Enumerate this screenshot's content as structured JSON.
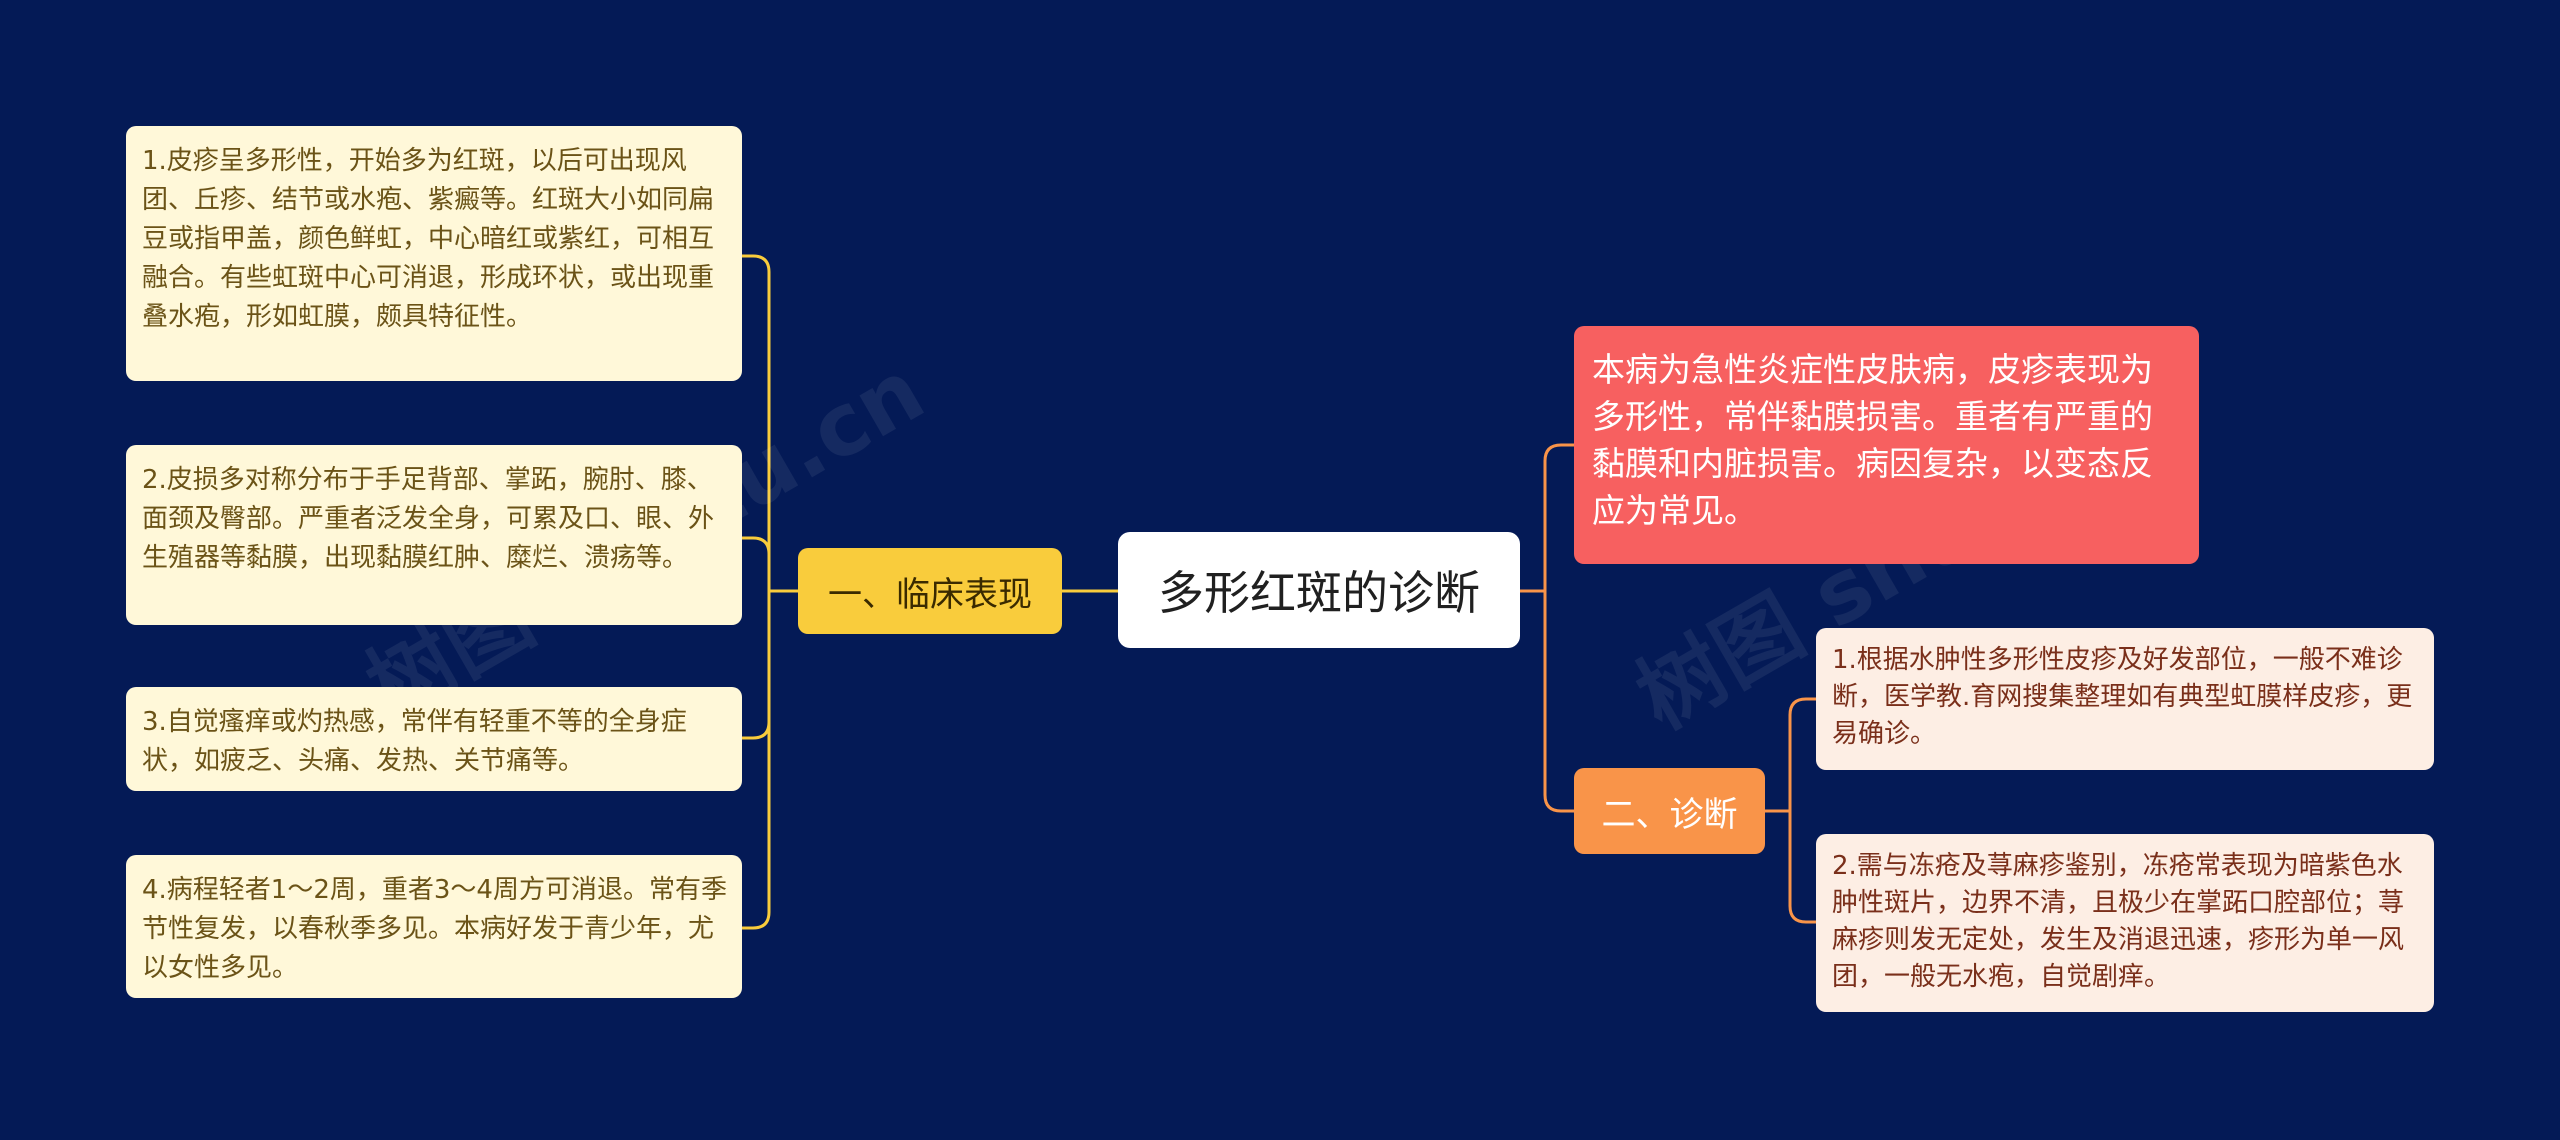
{
  "root": {
    "title": "多形红斑的诊断"
  },
  "left_branch": {
    "label": "一、临床表现",
    "items": [
      "1.皮疹呈多形性，开始多为红斑，以后可出现风团、丘疹、结节或水疱、紫癜等。红斑大小如同扁豆或指甲盖，颜色鲜虹，中心暗红或紫红，可相互融合。有些虹斑中心可消退，形成环状，或出现重叠水疱，形如虹膜，颇具特征性。",
      "2.皮损多对称分布于手足背部、掌跖，腕肘、膝、面颈及臀部。严重者泛发全身，可累及口、眼、外生殖器等黏膜，出现黏膜红肿、糜烂、溃疡等。",
      "3.自觉瘙痒或灼热感，常伴有轻重不等的全身症状，如疲乏、头痛、发热、关节痛等。",
      "4.病程轻者1～2周，重者3～4周方可消退。常有季节性复发，以春秋季多见。本病好发于青少年，尤以女性多见。"
    ]
  },
  "summary": {
    "text": "本病为急性炎症性皮肤病，皮疹表现为多形性，常伴黏膜损害。重者有严重的黏膜和内脏损害。病因复杂，以变态反应为常见。"
  },
  "right_branch": {
    "label": "二、诊断",
    "items": [
      "1.根据水肿性多形性皮疹及好发部位，一般不难诊断，医学教.育网搜集整理如有典型虹膜样皮疹，更易确诊。",
      "2.需与冻疮及荨麻疹鉴别，冻疮常表现为暗紫色水肿性斑片，边界不清，且极少在掌跖口腔部位；荨麻疹则发无定处，发生及消退迅速，疹形为单一风团，一般无水疱，自觉剧痒。"
    ]
  },
  "watermark": {
    "left": "树图 shutu.cn",
    "right": "树图 shutu.cn"
  },
  "colors": {
    "background": "#041a56",
    "left_connector": "#f9cc3c",
    "right_connector": "#f99449",
    "summary": "#f76060"
  }
}
